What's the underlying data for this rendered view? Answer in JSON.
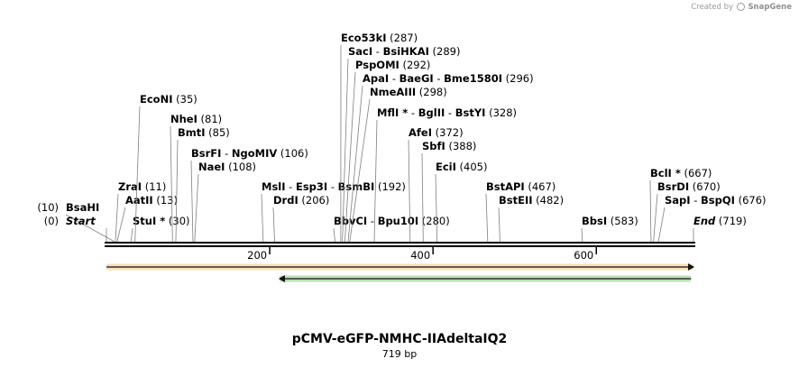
{
  "credit": {
    "prefix": "Created by",
    "brand": "SnapGene"
  },
  "map": {
    "name": "pCMV-eGFP-NMHC-IIAdeltaIQ2",
    "length_label": "719 bp",
    "length": 719,
    "ticks": [
      "200",
      "400",
      "600"
    ],
    "feature_colors": {
      "forward": "#f2a53a",
      "reverse": "#3dab2f"
    },
    "enzymes": [
      {
        "id": "bsahi",
        "names": [
          [
            "BsaHI",
            false
          ]
        ],
        "pos": 10,
        "pos_label": "(10)"
      },
      {
        "id": "start",
        "names": [
          [
            "Start",
            false
          ]
        ],
        "pos": 0,
        "pos_label": "(0)"
      },
      {
        "id": "zrai",
        "names": [
          [
            "ZraI",
            false
          ]
        ],
        "pos": 11,
        "pos_label": "(11)"
      },
      {
        "id": "aatii",
        "names": [
          [
            "AatII",
            false
          ]
        ],
        "pos": 13,
        "pos_label": "(13)"
      },
      {
        "id": "stui",
        "names": [
          [
            "StuI",
            true
          ]
        ],
        "pos": 30,
        "pos_label": "(30)"
      },
      {
        "id": "econi",
        "names": [
          [
            "EcoNI",
            false
          ]
        ],
        "pos": 35,
        "pos_label": "(35)"
      },
      {
        "id": "nhei",
        "names": [
          [
            "NheI",
            false
          ]
        ],
        "pos": 81,
        "pos_label": "(81)"
      },
      {
        "id": "bmti",
        "names": [
          [
            "BmtI",
            false
          ]
        ],
        "pos": 85,
        "pos_label": "(85)"
      },
      {
        "id": "bsrfi",
        "names": [
          [
            "BsrFI",
            false
          ],
          [
            "NgoMIV",
            false
          ]
        ],
        "pos": 106,
        "pos_label": "(106)"
      },
      {
        "id": "naei",
        "names": [
          [
            "NaeI",
            false
          ]
        ],
        "pos": 108,
        "pos_label": "(108)"
      },
      {
        "id": "msli",
        "names": [
          [
            "MslI",
            false
          ],
          [
            "Esp3I",
            false
          ],
          [
            "BsmBI",
            false
          ]
        ],
        "pos": 192,
        "pos_label": "(192)"
      },
      {
        "id": "drdi",
        "names": [
          [
            "DrdI",
            false
          ]
        ],
        "pos": 206,
        "pos_label": "(206)"
      },
      {
        "id": "bbvci",
        "names": [
          [
            "BbvCI",
            false
          ],
          [
            "Bpu10I",
            false
          ]
        ],
        "pos": 280,
        "pos_label": "(280)"
      },
      {
        "id": "eco53ki",
        "names": [
          [
            "Eco53kI",
            false
          ]
        ],
        "pos": 287,
        "pos_label": "(287)"
      },
      {
        "id": "saci",
        "names": [
          [
            "SacI",
            false
          ],
          [
            "BsiHKAI",
            false
          ]
        ],
        "pos": 289,
        "pos_label": "(289)"
      },
      {
        "id": "pspomi",
        "names": [
          [
            "PspOMI",
            false
          ]
        ],
        "pos": 292,
        "pos_label": "(292)"
      },
      {
        "id": "apai",
        "names": [
          [
            "ApaI",
            false
          ],
          [
            "BaeGI",
            false
          ],
          [
            "Bme1580I",
            false
          ]
        ],
        "pos": 296,
        "pos_label": "(296)"
      },
      {
        "id": "nmeaiii",
        "names": [
          [
            "NmeAIII",
            false
          ]
        ],
        "pos": 298,
        "pos_label": "(298)"
      },
      {
        "id": "mfli",
        "names": [
          [
            "MflI",
            true
          ],
          [
            "BglII",
            false
          ],
          [
            "BstYI",
            false
          ]
        ],
        "pos": 328,
        "pos_label": "(328)"
      },
      {
        "id": "afei",
        "names": [
          [
            "AfeI",
            false
          ]
        ],
        "pos": 372,
        "pos_label": "(372)"
      },
      {
        "id": "sbfi",
        "names": [
          [
            "SbfI",
            false
          ]
        ],
        "pos": 388,
        "pos_label": "(388)"
      },
      {
        "id": "ecii",
        "names": [
          [
            "EciI",
            false
          ]
        ],
        "pos": 405,
        "pos_label": "(405)"
      },
      {
        "id": "bstapi",
        "names": [
          [
            "BstAPI",
            false
          ]
        ],
        "pos": 467,
        "pos_label": "(467)"
      },
      {
        "id": "bsteii",
        "names": [
          [
            "BstEII",
            false
          ]
        ],
        "pos": 482,
        "pos_label": "(482)"
      },
      {
        "id": "bbsi",
        "names": [
          [
            "BbsI",
            false
          ]
        ],
        "pos": 583,
        "pos_label": "(583)"
      },
      {
        "id": "bcli",
        "names": [
          [
            "BclI",
            true
          ]
        ],
        "pos": 667,
        "pos_label": "(667)"
      },
      {
        "id": "bsrdi",
        "names": [
          [
            "BsrDI",
            false
          ]
        ],
        "pos": 670,
        "pos_label": "(670)"
      },
      {
        "id": "sapi",
        "names": [
          [
            "SapI",
            false
          ],
          [
            "BspQI",
            false
          ]
        ],
        "pos": 676,
        "pos_label": "(676)"
      },
      {
        "id": "end",
        "names": [
          [
            "End",
            false
          ]
        ],
        "pos": 719,
        "pos_label": "(719)"
      }
    ],
    "features": [
      {
        "id": "feature-forward",
        "strand": "forward",
        "from": 0,
        "to": 719
      },
      {
        "id": "feature-reverse",
        "strand": "reverse",
        "from": 212,
        "to": 716
      }
    ]
  }
}
